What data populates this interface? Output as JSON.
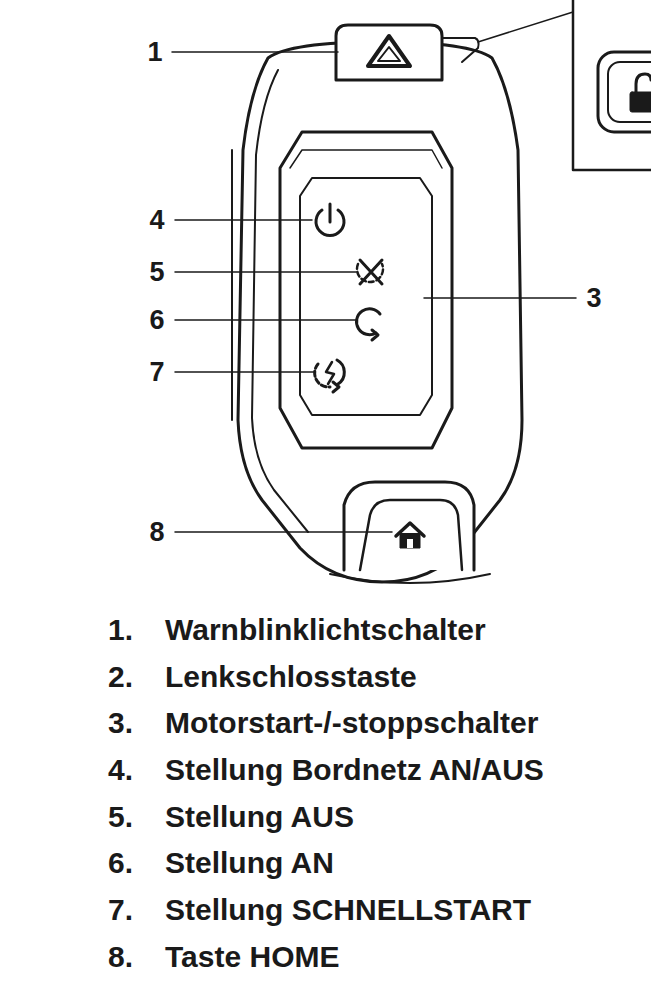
{
  "diagram": {
    "labels": [
      "1",
      "4",
      "5",
      "6",
      "7",
      "3",
      "8",
      "1.",
      "Warnblinklichtschalter",
      "2.",
      "Lenkschlosstaste",
      "3.",
      "Motorstart-/-stoppschalter",
      "4.",
      "Stellung Bordnetz AN/AUS",
      "5.",
      "Stellung AUS",
      "6.",
      "Stellung AN",
      "7.",
      "Stellung SCHNELLSTART",
      "8.",
      "Taste HOME"
    ]
  }
}
